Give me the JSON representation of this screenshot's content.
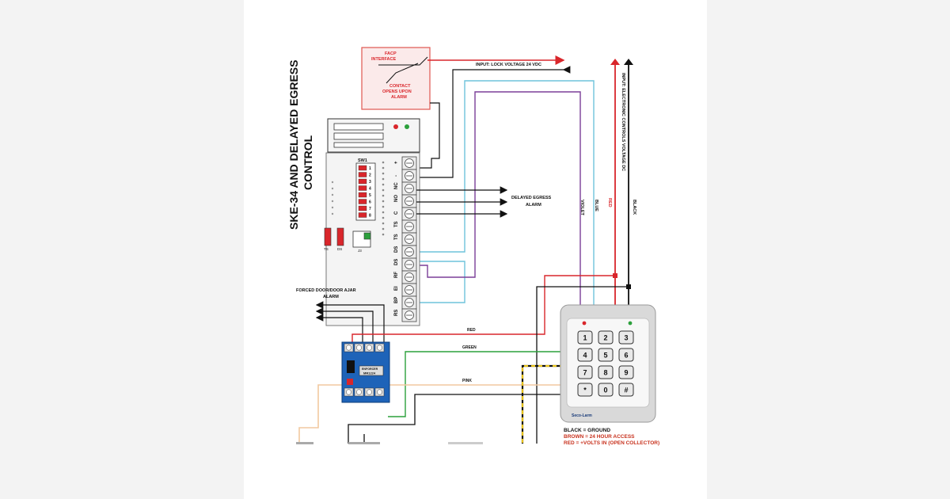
{
  "title": "SKE-34 AND DELAYED EGRESS CONTROL",
  "title_line1": "SKE-34 AND DELAYED EGRESS",
  "title_line2": "CONTROL",
  "facp": {
    "title_line1": "FACP",
    "title_line2": "INTERFACE",
    "contact_line1": "CONTACT",
    "contact_line2": "OPENS UPON",
    "contact_line3": "ALARM"
  },
  "input_lock_voltage": "INPUT: LOCK VOLTAGE 24 VDC",
  "input_electronic": "INPUT: ELECTRONIC CONTROLS VOLTAGE DC",
  "sw_label": "SW1",
  "dip_numbers": [
    "1",
    "2",
    "3",
    "4",
    "5",
    "6",
    "7",
    "8"
  ],
  "terminal_labels": [
    "+",
    "-",
    "NC",
    "NO",
    "C",
    "TS",
    "TS",
    "DS",
    "DS",
    "RF",
    "EI",
    "BP",
    "RS"
  ],
  "jumper_labels": [
    "TS",
    "DS",
    "J3"
  ],
  "delayed_egress_line1": "DELAYED EGRESS",
  "delayed_egress_line2": "ALARM",
  "forced_door_line1": "FORCED DOOR/DOOR AJAR",
  "forced_door_line2": "ALARM",
  "relay_module_label": "MR1224",
  "relay_brand": "ENFORCER",
  "wire_labels": {
    "red": "RED",
    "green": "GREEN",
    "pink": "PINK",
    "violet": "VIOLET",
    "blue": "BLUE",
    "red_vertical": "RED",
    "black_vertical": "BLACK"
  },
  "keypad_keys": [
    "1",
    "2",
    "3",
    "4",
    "5",
    "6",
    "7",
    "8",
    "9",
    "*",
    "0",
    "#"
  ],
  "keypad_brand": "Seco-Larm",
  "legend": [
    {
      "text": "BLACK = GROUND",
      "color": "#111111"
    },
    {
      "text": "BROWN = 24 HOUR ACCESS",
      "color": "#c8321e"
    },
    {
      "text": "RED = +VOLTS IN (OPEN COLLECTOR)",
      "color": "#c8321e"
    }
  ],
  "colors": {
    "red_wire": "#d9262b",
    "black_wire": "#111111",
    "blue_wire": "#6fc3dc",
    "violet_wire": "#7b3f98",
    "green_wire": "#2ca03c",
    "pink_wire": "#f2c9a0",
    "yellow_wire": "#e8c21a",
    "facp_box": "#e0564f",
    "relay_board": "#1e63b8"
  }
}
